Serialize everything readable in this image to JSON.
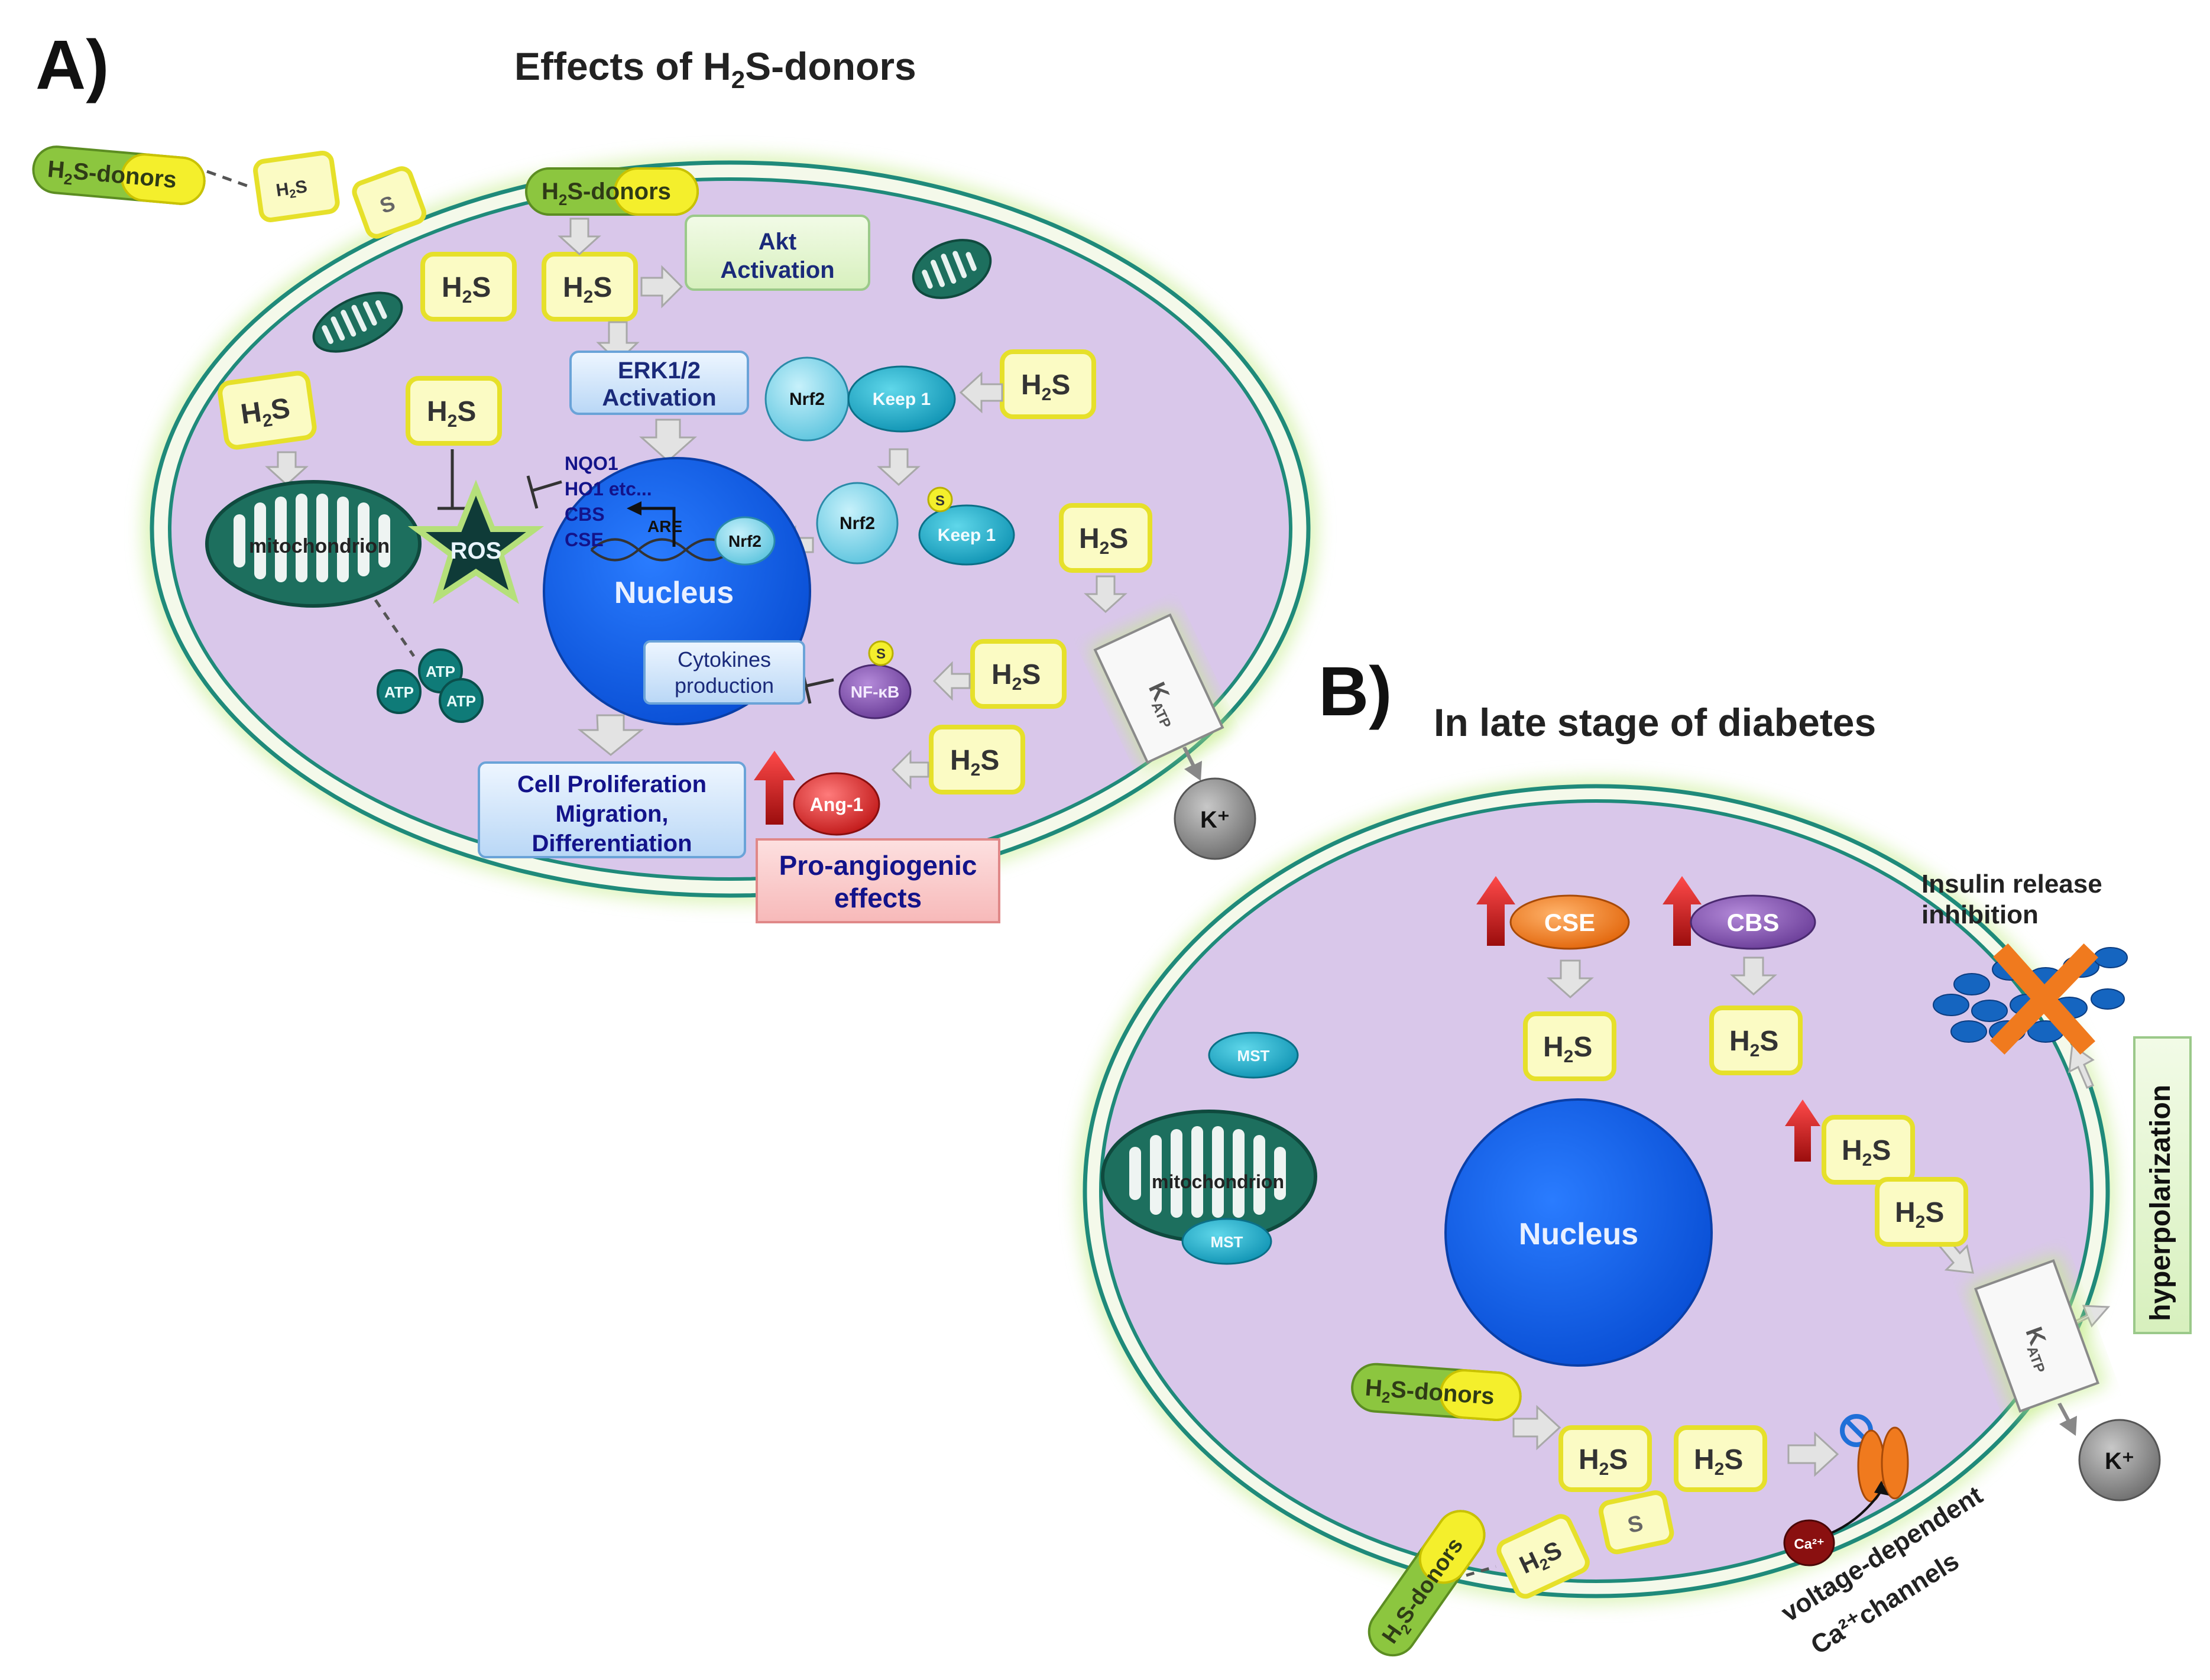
{
  "panel_a": {
    "letter": "A)",
    "title": "Effects of H",
    "title_sub": "2",
    "title_end": "S-donors",
    "labels": {
      "akt": [
        "Akt",
        "Activation"
      ],
      "erk": [
        "ERK1/2",
        "Activation"
      ],
      "mito": "mitochondrion",
      "ros": "ROS",
      "atp": "ATP",
      "nucleus": "Nucleus",
      "are": "ARE",
      "genes": [
        "NQO1",
        "HO1 etc...",
        "CBS",
        "CSE"
      ],
      "nrf2": "Nrf2",
      "keep1": "Keep 1",
      "s": "S",
      "cytokines": [
        "Cytokines",
        "production"
      ],
      "nfkb": "NF-κB",
      "katp": "K",
      "katp_sub": "ATP",
      "kplus": "K⁺",
      "ang": "Ang-1",
      "cell_prolif": [
        "Cell Proliferation",
        "Migration,",
        "Differentiation"
      ],
      "proangio": [
        "Pro-angiogenic",
        "effects"
      ]
    }
  },
  "panel_b": {
    "letter": "B)",
    "title": "In late stage of diabetes",
    "labels": {
      "cse": "CSE",
      "cbs": "CBS",
      "mst": "MST",
      "mito": "mitochondrion",
      "nucleus": "Nucleus",
      "insulin": [
        "Insulin release",
        "inhibition"
      ],
      "hyperpolarization": "hyperpolarization",
      "katp": "K",
      "katp_sub": "ATP",
      "kplus": "K⁺",
      "ca": "Ca²⁺",
      "vdcc": [
        "voltage-dependent",
        "Ca²⁺channels"
      ],
      "s": "S"
    }
  },
  "h2s": {
    "h": "H",
    "sub": "2",
    "s": "S"
  },
  "donor": {
    "pre": "H",
    "sub": "2",
    "post": "S-donors"
  },
  "colors": {
    "cell_fill": "#d9c7ea",
    "membrane": "#1f8a7a",
    "glow": "#c5ec8a",
    "h2s_fill": "#fbfbc4",
    "h2s_border": "#e6e02a",
    "nucleus": "#0d5fe8",
    "mito": "#1d6f5e",
    "ros_star": "#0f3b38",
    "arrow_up": "#cc1f1f",
    "nrf2": "#7fd3e6",
    "keep1": "#17a9c8",
    "nfkb": "#7a4aa5",
    "ang": "#d92b2b",
    "cse": "#ef7a14",
    "cbs": "#8a5ab8",
    "pink": "#f9c7c7"
  }
}
